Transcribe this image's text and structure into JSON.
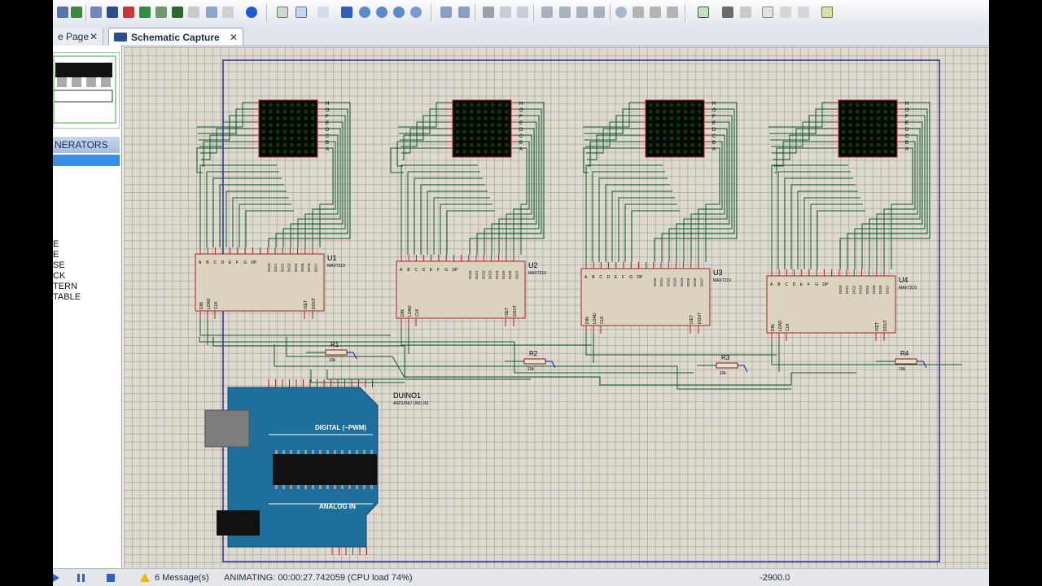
{
  "tabs": [
    {
      "label": "e Page",
      "close": "✕"
    },
    {
      "label": "Schematic Capture",
      "close": "✕"
    }
  ],
  "sidebar": {
    "generators_header": "NERATORS",
    "generator_items": [
      "E",
      "E",
      "SE",
      "CK",
      "TERN",
      "TABLE"
    ]
  },
  "schematic": {
    "chips": [
      {
        "ref": "U1",
        "part": "MAX7219"
      },
      {
        "ref": "U2",
        "part": "MAX7219"
      },
      {
        "ref": "U3",
        "part": "MAX7219"
      },
      {
        "ref": "U4",
        "part": "MAX7219"
      }
    ],
    "resistors": [
      {
        "ref": "R1",
        "value": "10k"
      },
      {
        "ref": "R2",
        "value": "10k"
      },
      {
        "ref": "R3",
        "value": "10k"
      },
      {
        "ref": "R4",
        "value": "10k"
      }
    ],
    "arduino": {
      "ref": "DUINO1",
      "model": "ARDUINO UNO R3",
      "digital_label": "DIGITAL (~PWM)",
      "analog_label": "ANALOG IN"
    },
    "chip_pin_labels_top": [
      "A",
      "B",
      "C",
      "D",
      "E",
      "F",
      "G",
      "DP"
    ],
    "chip_dig_labels": [
      "DIG0",
      "DIG1",
      "DIG2",
      "DIG3",
      "DIG4",
      "DIG5",
      "DIG6",
      "DIG7"
    ],
    "chip_bottom_left": [
      "DIN",
      "LOAD",
      "CLK"
    ],
    "chip_bottom_right": [
      "ISET",
      "DOUT"
    ],
    "matrix_pin_labels_right": [
      "H",
      "G",
      "F",
      "E",
      "D",
      "C",
      "B",
      "A"
    ]
  },
  "status": {
    "messages": "6 Message(s)",
    "animating": "ANIMATING: 00:00:27.742059 (CPU load 74%)",
    "coordinate": "-2900.0"
  },
  "colors": {
    "wire": "#0e5a2a",
    "frame": "#2a2aa0",
    "chip_body": "#dcd3bf",
    "chip_border": "#9c2a2a",
    "arduino_blue": "#1f6f9c",
    "led_off": "#0b3a0b"
  }
}
